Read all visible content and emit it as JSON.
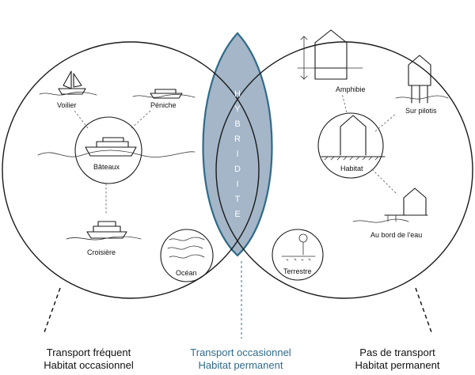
{
  "overlap": {
    "letters": [
      "H",
      "Y",
      "B",
      "R",
      "I",
      "D",
      "I",
      "T",
      "E"
    ]
  },
  "left": {
    "labels": {
      "voilier": "Voilier",
      "peniche": "Péniche",
      "bateaux": "Bâteaux",
      "croisiere": "Croisière",
      "ocean": "Océan"
    },
    "caption": [
      "Transport fréquent",
      "Habitat occasionnel"
    ]
  },
  "right": {
    "labels": {
      "amphibie": "Amphibie",
      "sur_pilotis": "Sur pilotis",
      "habitat": "Habitat",
      "au_bord": "Au bord de l'eau",
      "terrestre": "Terrestre"
    },
    "caption": [
      "Pas de transport",
      "Habitat permanent"
    ]
  },
  "middle": {
    "caption": [
      "Transport occasionnel",
      "Habitat permanent"
    ]
  },
  "colors": {
    "overlap_fill": "#a4b6c8",
    "overlap_stroke": "#2f6b8a",
    "middle_caption": "#2f6b8a"
  }
}
